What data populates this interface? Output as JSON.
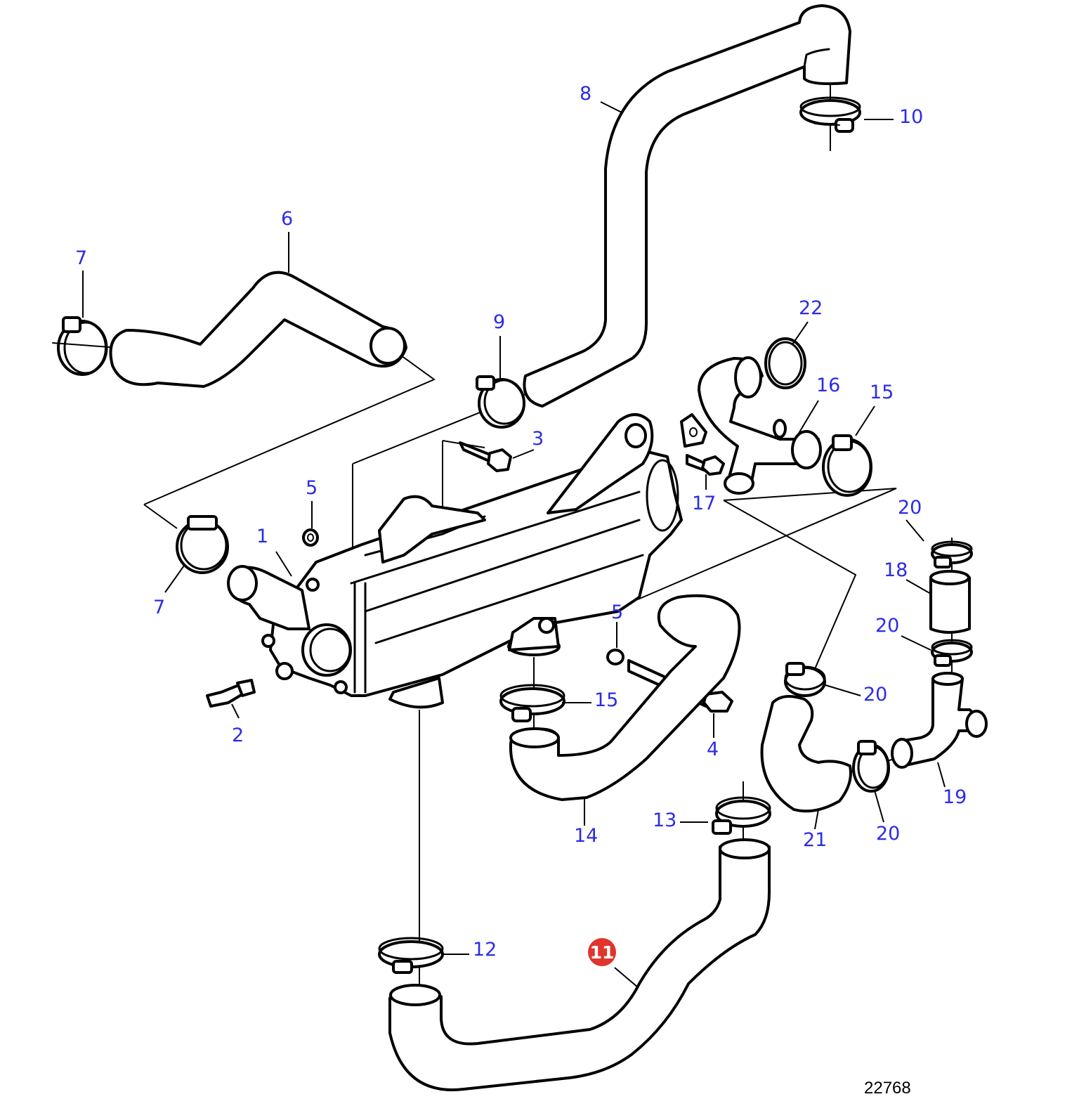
{
  "diagram": {
    "drawing_number": "22768",
    "highlight_color": "#e0342c",
    "callout_color": "#2c2ce6",
    "line_color": "#000000",
    "highlighted_part": "11",
    "callouts": {
      "c1": "1",
      "c2": "2",
      "c3": "3",
      "c4": "4",
      "c5a": "5",
      "c5b": "5",
      "c6": "6",
      "c7a": "7",
      "c7b": "7",
      "c8": "8",
      "c9": "9",
      "c10": "10",
      "c11": "11",
      "c12": "12",
      "c13": "13",
      "c14": "14",
      "c15a": "15",
      "c15b": "15",
      "c16": "16",
      "c17": "17",
      "c18": "18",
      "c19": "19",
      "c20a": "20",
      "c20b": "20",
      "c20c": "20",
      "c20d": "20",
      "c21": "21",
      "c22": "22"
    }
  }
}
